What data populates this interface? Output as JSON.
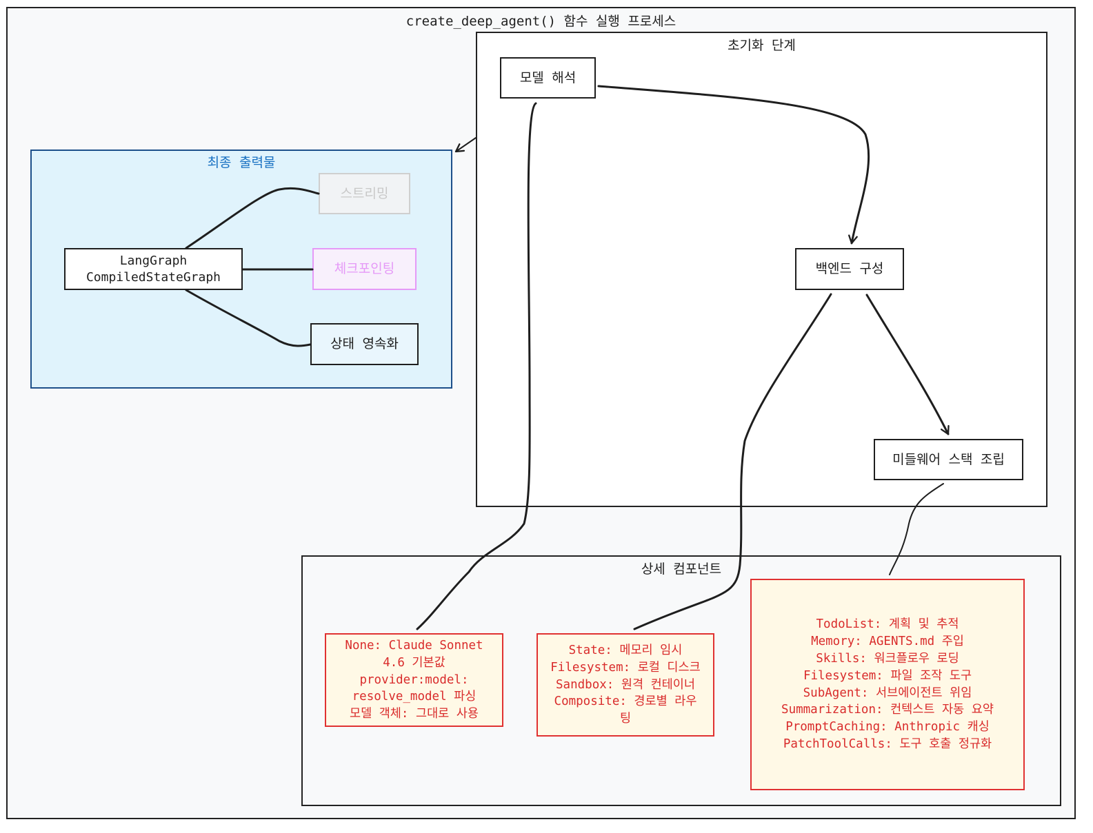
{
  "diagram": {
    "title": "create_deep_agent() 함수 실행 프로세스",
    "groups": {
      "init": {
        "title": "초기화 단계"
      },
      "output": {
        "title": "최종 출력물",
        "title_color": "#1971c2"
      },
      "details": {
        "title": "상세 컴포넌트"
      }
    },
    "nodes": {
      "model": {
        "label": "모델 해석"
      },
      "backend": {
        "label": "백엔드 구성"
      },
      "middleware": {
        "label": "미들웨어 스택 조립"
      },
      "graph": {
        "label": "LangGraph\nCompiledStateGraph"
      },
      "streaming": {
        "label": "스트리밍",
        "color": "#c8c8c8"
      },
      "checkpoint": {
        "label": "체크포인팅",
        "color": "#e599f7"
      },
      "persistence": {
        "label": "상태 영속화"
      }
    },
    "notes": {
      "model_detail": {
        "text": "None: Claude Sonnet\n4.6 기본값\nprovider:model:\nresolve_model 파싱\n모델 객체: 그대로 사용"
      },
      "backend_detail": {
        "text": "State: 메모리 임시\nFilesystem: 로컬 디스크\nSandbox: 원격 컨테이너\nComposite: 경로별 라우\n팅"
      },
      "middleware_detail": {
        "text": "TodoList: 계획 및 추적\nMemory: AGENTS.md 주입\nSkills: 워크플로우 로딩\nFilesystem: 파일 조작 도구\nSubAgent: 서브에이전트 위임\nSummarization: 컨텍스트 자동 요약\nPromptCaching: Anthropic 캐싱\nPatchToolCalls: 도구 호출 정규화"
      }
    },
    "colors": {
      "stroke": "#1e1e1e",
      "note_border": "#e03131",
      "note_text": "#d92b2b",
      "note_fill": "#fff9e6",
      "output_fill": "#e0f3fc",
      "output_border": "#1c4f8a",
      "outer_fill": "#f8f9fa"
    }
  }
}
